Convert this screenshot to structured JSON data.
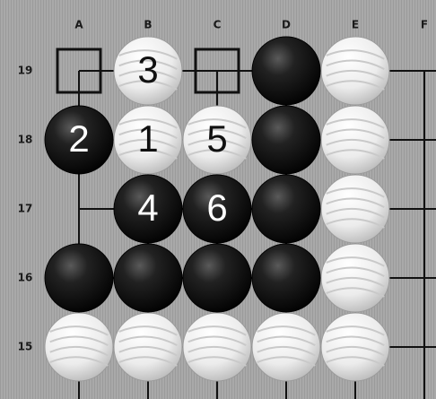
{
  "board": {
    "columns": [
      "A",
      "B",
      "C",
      "D",
      "E",
      "F"
    ],
    "rows": [
      "19",
      "18",
      "17",
      "16",
      "15"
    ],
    "colors": {
      "background": "#a9a9a9",
      "grain": "#9b9b9b",
      "line": "#111111",
      "black_stone": "#0d0d0d",
      "white_stone": "#f2f2f2",
      "white_number": "#ffffff",
      "black_number": "#111111"
    }
  },
  "stones": [
    {
      "col": "D",
      "row": "19",
      "color": "black",
      "label": ""
    },
    {
      "col": "E",
      "row": "19",
      "color": "white",
      "label": ""
    },
    {
      "col": "B",
      "row": "19",
      "color": "white",
      "label": "3"
    },
    {
      "col": "A",
      "row": "18",
      "color": "black",
      "label": "2"
    },
    {
      "col": "B",
      "row": "18",
      "color": "white",
      "label": "1"
    },
    {
      "col": "C",
      "row": "18",
      "color": "white",
      "label": "5"
    },
    {
      "col": "D",
      "row": "18",
      "color": "black",
      "label": ""
    },
    {
      "col": "E",
      "row": "18",
      "color": "white",
      "label": ""
    },
    {
      "col": "B",
      "row": "17",
      "color": "black",
      "label": "4"
    },
    {
      "col": "C",
      "row": "17",
      "color": "black",
      "label": "6"
    },
    {
      "col": "D",
      "row": "17",
      "color": "black",
      "label": ""
    },
    {
      "col": "E",
      "row": "17",
      "color": "white",
      "label": ""
    },
    {
      "col": "A",
      "row": "16",
      "color": "black",
      "label": ""
    },
    {
      "col": "B",
      "row": "16",
      "color": "black",
      "label": ""
    },
    {
      "col": "C",
      "row": "16",
      "color": "black",
      "label": ""
    },
    {
      "col": "D",
      "row": "16",
      "color": "black",
      "label": ""
    },
    {
      "col": "E",
      "row": "16",
      "color": "white",
      "label": ""
    },
    {
      "col": "A",
      "row": "15",
      "color": "white",
      "label": ""
    },
    {
      "col": "B",
      "row": "15",
      "color": "white",
      "label": ""
    },
    {
      "col": "C",
      "row": "15",
      "color": "white",
      "label": ""
    },
    {
      "col": "D",
      "row": "15",
      "color": "white",
      "label": ""
    },
    {
      "col": "E",
      "row": "15",
      "color": "white",
      "label": ""
    }
  ],
  "markers": [
    {
      "col": "A",
      "row": "19",
      "shape": "square"
    },
    {
      "col": "C",
      "row": "19",
      "shape": "square"
    }
  ]
}
